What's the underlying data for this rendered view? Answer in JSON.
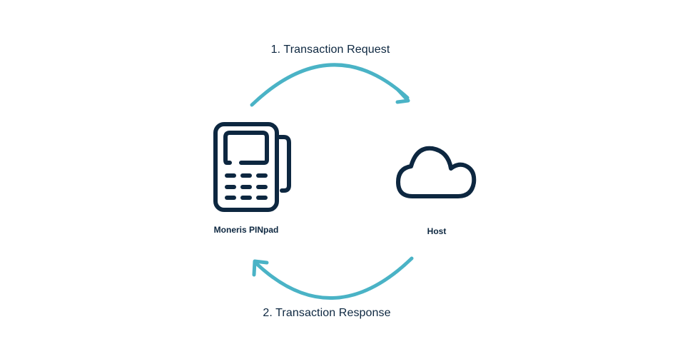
{
  "steps": {
    "request": "1. Transaction Request",
    "response": "2. Transaction Response"
  },
  "nodes": {
    "pinpad": {
      "label": "Moneris PINpad",
      "icon": "pinpad-terminal-icon"
    },
    "host": {
      "label": "Host",
      "icon": "cloud-icon"
    }
  },
  "colors": {
    "arrow": "#4ab3c6",
    "icon": "#0d2740",
    "text": "#0d2740",
    "background": "#ffffff"
  }
}
